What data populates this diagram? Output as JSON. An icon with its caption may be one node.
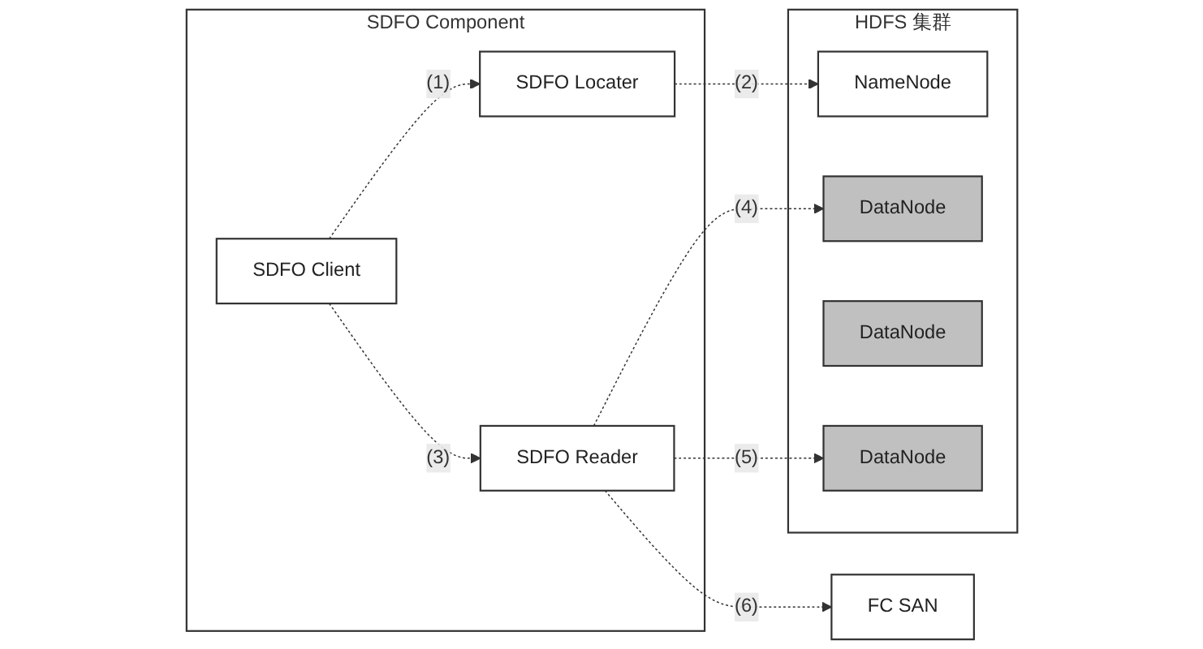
{
  "diagram": {
    "nodes": [
      {
        "text": [
          "SDFO Component"
        ]
      },
      {
        "text": [
          "SDFO Client"
        ],
        "in": 0
      },
      {
        "text": [
          "SDFO Locater"
        ],
        "in": 0
      },
      {
        "text": [
          "SDFO Reader"
        ],
        "in": 0
      },
      {
        "text": [
          "HDFS 集群"
        ]
      },
      {
        "text": [
          "NameNode"
        ],
        "in": 4
      },
      {
        "text": [
          "DataNode"
        ],
        "in": 4
      },
      {
        "text": [
          "DataNode"
        ],
        "in": 4
      },
      {
        "text": [
          "DataNode"
        ],
        "in": 4
      },
      {
        "text": [
          "FC SAN"
        ]
      }
    ],
    "edges": [
      {
        "from": 1,
        "to": 2,
        "arrow": "to",
        "label": "(1)",
        "style": "dashed"
      },
      {
        "from": 2,
        "to": 5,
        "arrow": "to",
        "label": "(2)",
        "style": "dashed"
      },
      {
        "from": 1,
        "to": 3,
        "arrow": "to",
        "label": "(3)",
        "style": "dashed"
      },
      {
        "from": 3,
        "to": 6,
        "arrow": "to",
        "label": "(4)",
        "style": "dashed"
      },
      {
        "from": 3,
        "to": 8,
        "arrow": "to",
        "label": "(5)",
        "style": "dashed"
      },
      {
        "from": 3,
        "to": 9,
        "arrow": "to",
        "label": "(6)",
        "style": "dashed"
      }
    ]
  }
}
